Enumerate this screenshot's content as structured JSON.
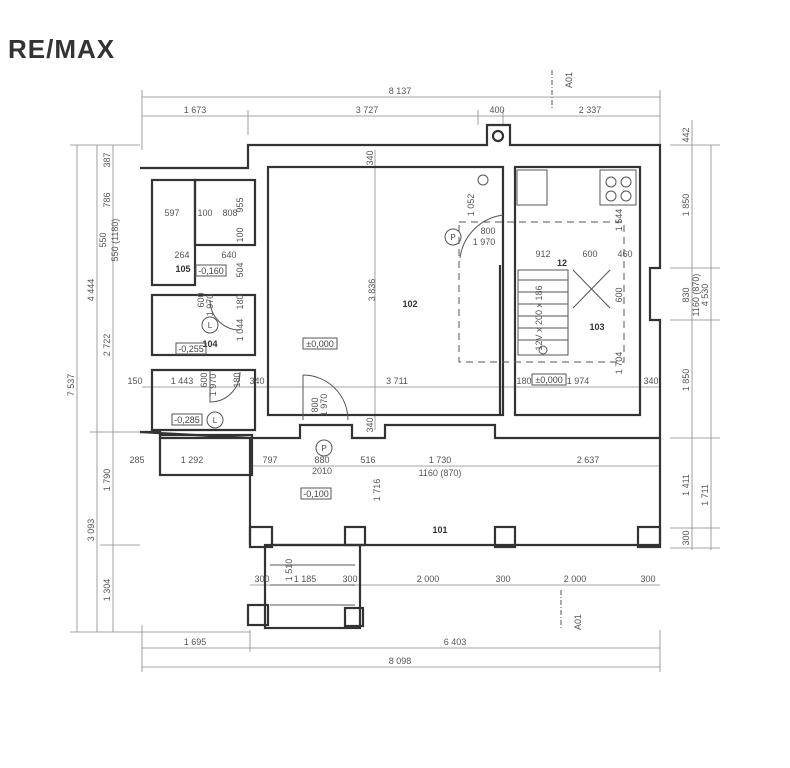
{
  "logo": "RE/MAX",
  "section_marker": {
    "top": "A01",
    "bottom": "A01"
  },
  "rooms": {
    "r101": "101",
    "r102": "102",
    "r103": "103",
    "r104": "104",
    "r105": "105",
    "stair_steps": "12"
  },
  "levels": {
    "l102": "±0,000",
    "l103": "±0,000",
    "l101": "-0,100",
    "l105": "-0,160",
    "l104": "-0,255",
    "lhall": "-0,285"
  },
  "symbols": {
    "p1": "P",
    "p2": "P",
    "l1": "L",
    "l2": "L"
  },
  "stair_label": "12V x 200 x 186",
  "dimensions": [
    "8 137",
    "1 673",
    "3 727",
    "400",
    "2 337",
    "340",
    "1 052",
    "597",
    "100",
    "808",
    "955",
    "100",
    "264",
    "640",
    "504",
    "600",
    "1 970",
    "180",
    "1 044",
    "3 836",
    "800",
    "1 970",
    "1 544",
    "912",
    "600",
    "460",
    "600",
    "1 704",
    "150",
    "1 443",
    "600",
    "1 970",
    "180",
    "340",
    "3 711",
    "800",
    "1 970",
    "180",
    "1 974",
    "340",
    "340",
    "285",
    "1 292",
    "797",
    "880",
    "2010",
    "516",
    "1 730",
    "1160 (870)",
    "2 637",
    "1 716",
    "300",
    "1 185",
    "1 510",
    "300",
    "2 000",
    "300",
    "2 000",
    "300",
    "1 695",
    "6 403",
    "8 098",
    "7 537",
    "4 444",
    "387",
    "786",
    "550",
    "550 (1180)",
    "2 722",
    "3 093",
    "1 790",
    "1 304",
    "442",
    "1 850",
    "830",
    "1160 (870)",
    "4 530",
    "1 850",
    "1 411",
    "1 711",
    "300"
  ],
  "colors": {
    "wall": "#333333",
    "dimension": "#555555"
  }
}
